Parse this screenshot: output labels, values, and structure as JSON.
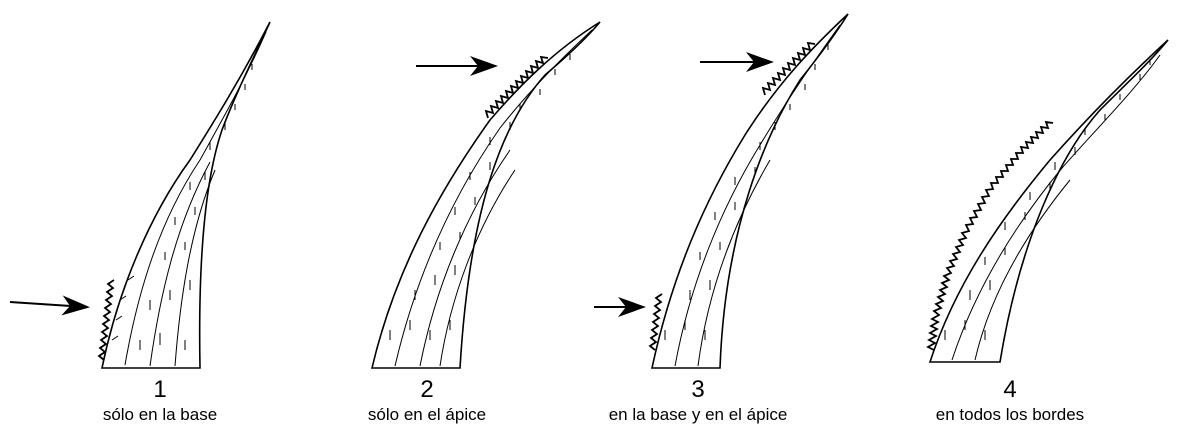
{
  "panels": [
    {
      "number": "1",
      "caption": "sólo en la base"
    },
    {
      "number": "2",
      "caption": "sólo en el ápice"
    },
    {
      "number": "3",
      "caption": "en la base y en el ápice"
    },
    {
      "number": "4",
      "caption": "en todos los bordes"
    }
  ],
  "icons": {
    "arrow": "arrow-right-icon",
    "blade": "leaf-blade-illustration"
  }
}
